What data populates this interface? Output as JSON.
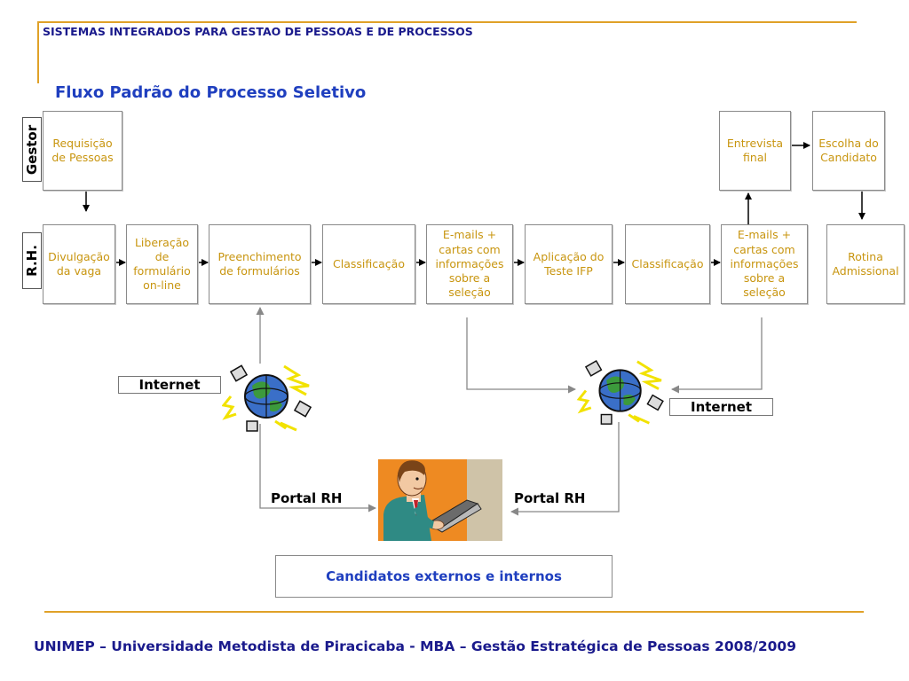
{
  "header": {
    "title": "SISTEMAS INTEGRADOS PARA GESTAO DE PESSOAS E DE PROCESSOS"
  },
  "page_title": "Fluxo Padrão do Processo Seletivo",
  "lanes": {
    "gestor": "Gestor",
    "rh": "R.H."
  },
  "nodes": {
    "requisicao": "Requisição de Pessoas",
    "entrevista": "Entrevista final",
    "escolha": "Escolha do Candidato",
    "divulgacao": "Divulgação da vaga",
    "liberacao": "Liberação de formulário on-line",
    "preenchimento": "Preenchimento de formulários",
    "classificacao1": "Classificação",
    "emails1": "E-mails + cartas com informações sobre a seleção",
    "aplicacao": "Aplicação do Teste IFP",
    "classificacao2": "Classificação",
    "emails2": "E-mails + cartas com informações sobre a seleção",
    "rotina": "Rotina Admissional"
  },
  "labels": {
    "internet_left": "Internet",
    "internet_right": "Internet",
    "portal_left": "Portal RH",
    "portal_right": "Portal RH",
    "candidatos": "Candidatos externos e internos"
  },
  "footer": "UNIMEP – Universidade Metodista de Piracicaba - MBA – Gestão Estratégica de Pessoas 2008/2009",
  "colors": {
    "accent": "#e0a128",
    "node_text": "#c8950f",
    "title_blue": "#1f3fbf",
    "dark_blue": "#1a1a8c"
  }
}
